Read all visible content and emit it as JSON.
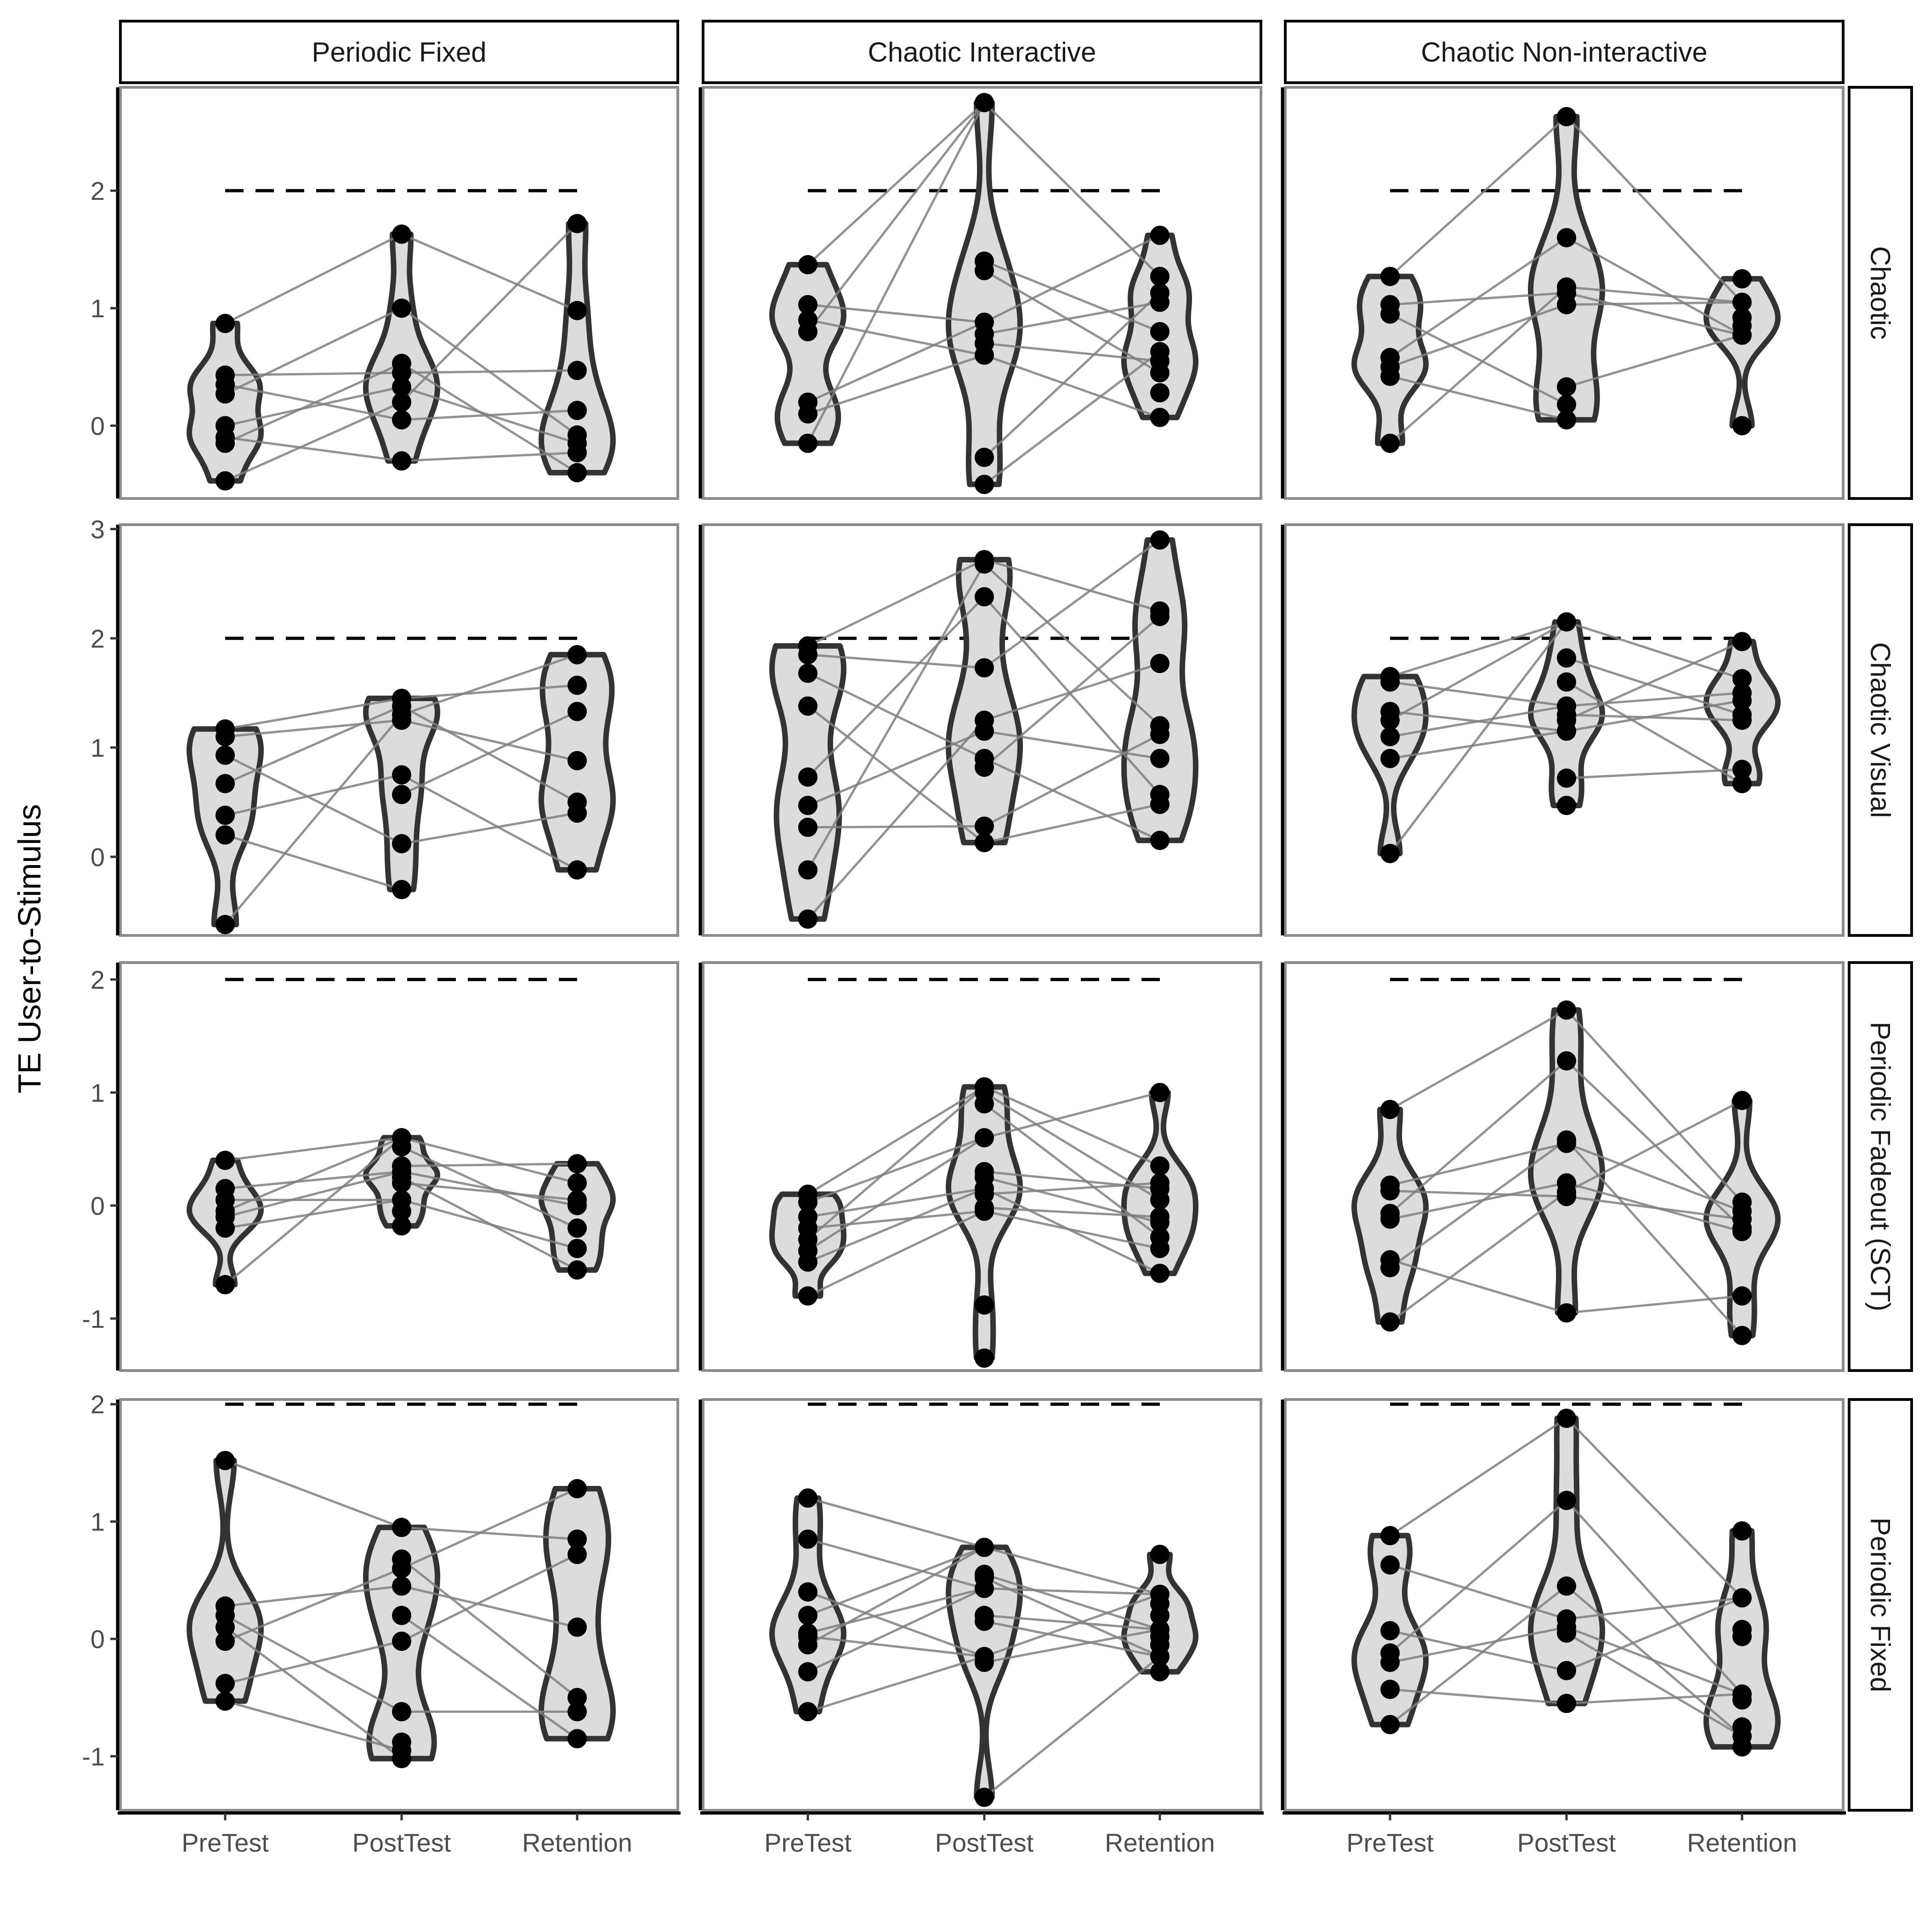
{
  "chart_data": {
    "type": "violin",
    "ylabel": "TE User-to-Stimulus",
    "xlabel": "",
    "categories": [
      "PreTest",
      "PostTest",
      "Retention"
    ],
    "column_strips": [
      "Periodic Fixed",
      "Chaotic Interactive",
      "Chaotic Non-interactive"
    ],
    "row_strips": [
      "Chaotic",
      "Chaotic Visual",
      "Periodic Fadeout (SCT)",
      "Periodic Fixed"
    ],
    "reference_line": {
      "y": 2,
      "style": "dashed",
      "color": "#000000"
    },
    "rows": [
      {
        "strip": "Chaotic",
        "ylim": [
          -0.62,
          2.88
        ],
        "yticks": [
          0,
          1,
          2
        ],
        "ytick_labels": [
          "0",
          "1",
          "2"
        ]
      },
      {
        "strip": "Chaotic Visual",
        "ylim": [
          -0.72,
          3.04
        ],
        "yticks": [
          0,
          1,
          2,
          3
        ],
        "ytick_labels": [
          "0",
          "1",
          "2",
          "3"
        ]
      },
      {
        "strip": "Periodic Fadeout (SCT)",
        "ylim": [
          -1.46,
          2.15
        ],
        "yticks": [
          -1,
          0,
          1,
          2
        ],
        "ytick_labels": [
          "-1",
          "0",
          "1",
          "2"
        ]
      },
      {
        "strip": "Periodic Fixed",
        "ylim": [
          -1.46,
          2.04
        ],
        "yticks": [
          -1,
          0,
          1,
          2
        ],
        "ytick_labels": [
          "-1",
          "0",
          "1",
          "2"
        ]
      }
    ],
    "colors": {
      "violin_fill": "#dcdcdc",
      "violin_stroke": "#333333",
      "point": "#000000",
      "line": "#7f7f7f",
      "panel_border": "#8c8c8c"
    },
    "panels": [
      {
        "row": 0,
        "col": 0,
        "points": [
          [
            0.87,
            0.43,
            0.35,
            0.27,
            0.0,
            -0.1,
            -0.15,
            -0.47
          ],
          [
            1.63,
            1.0,
            0.53,
            0.45,
            0.33,
            0.2,
            0.05,
            -0.3
          ],
          [
            1.72,
            0.98,
            0.47,
            0.13,
            -0.08,
            -0.15,
            -0.23,
            -0.4
          ]
        ]
      },
      {
        "row": 0,
        "col": 1,
        "points": [
          [
            1.37,
            1.03,
            0.9,
            0.8,
            0.2,
            0.1,
            -0.15
          ],
          [
            2.75,
            1.4,
            1.32,
            0.88,
            0.78,
            0.7,
            0.6,
            -0.27,
            -0.5
          ],
          [
            1.62,
            1.27,
            1.13,
            1.05,
            0.8,
            0.63,
            0.55,
            0.45,
            0.28,
            0.07
          ]
        ]
      },
      {
        "row": 0,
        "col": 2,
        "points": [
          [
            1.27,
            1.03,
            0.95,
            0.58,
            0.5,
            0.42,
            -0.15
          ],
          [
            2.63,
            1.6,
            1.18,
            1.13,
            1.03,
            0.33,
            0.18,
            0.05
          ],
          [
            1.25,
            1.05,
            0.92,
            0.85,
            0.77,
            0.0
          ]
        ]
      },
      {
        "row": 1,
        "col": 0,
        "points": [
          [
            1.17,
            1.1,
            0.93,
            0.67,
            0.38,
            0.2,
            -0.62
          ],
          [
            1.45,
            1.38,
            1.3,
            1.25,
            0.75,
            0.57,
            0.12,
            -0.3
          ],
          [
            1.85,
            1.57,
            1.33,
            0.88,
            0.5,
            0.4,
            -0.12
          ]
        ]
      },
      {
        "row": 1,
        "col": 1,
        "points": [
          [
            1.93,
            1.85,
            1.68,
            1.38,
            0.73,
            0.47,
            0.27,
            -0.12,
            -0.57
          ],
          [
            2.72,
            2.68,
            2.38,
            1.73,
            1.25,
            1.15,
            0.9,
            0.82,
            0.28,
            0.13
          ],
          [
            2.9,
            2.25,
            2.2,
            1.77,
            1.2,
            1.12,
            0.9,
            0.57,
            0.48,
            0.15
          ]
        ]
      },
      {
        "row": 1,
        "col": 2,
        "points": [
          [
            1.65,
            1.6,
            1.33,
            1.25,
            1.1,
            0.9,
            0.03
          ],
          [
            2.15,
            1.82,
            1.6,
            1.38,
            1.3,
            1.25,
            1.15,
            0.72,
            0.47
          ],
          [
            1.97,
            1.63,
            1.5,
            1.43,
            1.3,
            1.25,
            0.8,
            0.67
          ]
        ]
      },
      {
        "row": 2,
        "col": 0,
        "points": [
          [
            0.4,
            0.15,
            0.05,
            -0.05,
            -0.1,
            -0.2,
            -0.7
          ],
          [
            0.6,
            0.52,
            0.35,
            0.3,
            0.25,
            0.2,
            0.05,
            -0.05,
            -0.18
          ],
          [
            0.37,
            0.2,
            0.05,
            0.0,
            -0.2,
            -0.38,
            -0.57
          ]
        ]
      },
      {
        "row": 2,
        "col": 1,
        "points": [
          [
            0.1,
            0.03,
            -0.1,
            -0.2,
            -0.3,
            -0.4,
            -0.5,
            -0.8
          ],
          [
            1.05,
            1.0,
            0.9,
            0.6,
            0.3,
            0.25,
            0.15,
            0.1,
            -0.02,
            -0.05,
            -0.88,
            -1.35
          ],
          [
            1.0,
            0.35,
            0.2,
            0.15,
            0.05,
            -0.1,
            -0.15,
            -0.28,
            -0.38,
            -0.6
          ]
        ]
      },
      {
        "row": 2,
        "col": 2,
        "points": [
          [
            0.85,
            0.18,
            0.13,
            -0.07,
            -0.12,
            -0.48,
            -0.55,
            -1.03
          ],
          [
            1.73,
            1.28,
            0.58,
            0.55,
            0.2,
            0.12,
            0.08,
            -0.95
          ],
          [
            0.93,
            0.03,
            -0.05,
            -0.12,
            -0.2,
            -0.23,
            -0.8,
            -1.15
          ]
        ]
      },
      {
        "row": 3,
        "col": 0,
        "points": [
          [
            1.52,
            0.28,
            0.2,
            0.1,
            -0.02,
            -0.38,
            -0.53
          ],
          [
            0.95,
            0.68,
            0.6,
            0.45,
            0.2,
            -0.02,
            -0.62,
            -0.88,
            -0.95,
            -1.02
          ],
          [
            1.28,
            0.85,
            0.72,
            0.1,
            -0.5,
            -0.62,
            -0.85
          ]
        ]
      },
      {
        "row": 3,
        "col": 1,
        "points": [
          [
            1.2,
            0.85,
            0.4,
            0.2,
            0.05,
            0.02,
            -0.05,
            -0.28,
            -0.62
          ],
          [
            0.78,
            0.55,
            0.52,
            0.43,
            0.2,
            0.15,
            -0.15,
            -0.2,
            -1.35
          ],
          [
            0.72,
            0.38,
            0.3,
            0.2,
            0.08,
            0.02,
            -0.05,
            -0.15,
            -0.28
          ]
        ]
      },
      {
        "row": 3,
        "col": 2,
        "points": [
          [
            0.88,
            0.63,
            0.07,
            -0.12,
            -0.2,
            -0.43,
            -0.73
          ],
          [
            1.88,
            1.18,
            0.45,
            0.17,
            0.1,
            0.05,
            -0.27,
            -0.55
          ],
          [
            0.92,
            0.35,
            0.08,
            0.02,
            -0.47,
            -0.52,
            -0.75,
            -0.83,
            -0.92
          ]
        ]
      }
    ]
  }
}
